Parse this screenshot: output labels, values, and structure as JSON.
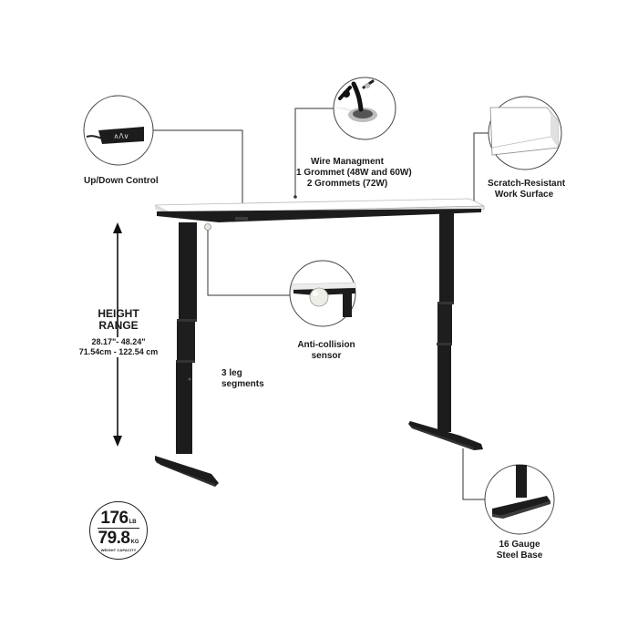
{
  "callouts": {
    "up_down_control": "Up/Down Control",
    "wire_management": [
      "Wire Managment",
      "1 Grommet (48W and 60W)",
      "2 Grommets (72W)"
    ],
    "scratch_resistant": [
      "Scratch-Resistant",
      "Work Surface"
    ],
    "anti_collision": [
      "Anti-collision",
      "sensor"
    ],
    "leg_segments": [
      "3 leg",
      "segments"
    ],
    "steel_base": [
      "16 Gauge",
      "Steel Base"
    ]
  },
  "height_range": {
    "title": [
      "HEIGHT",
      "RANGE"
    ],
    "inches": "28.17\"- 48.24\"",
    "cm": "71.54cm - 122.54 cm"
  },
  "weight_capacity": {
    "lb_value": "176",
    "lb_unit": "LB",
    "kg_value": "79.8",
    "kg_unit": "KG",
    "caption": "WEIGHT CAPACITY"
  },
  "colors": {
    "desktop": "#ffffff",
    "frame": "#1c1c1c",
    "leader_lines": "#333333",
    "circle_border": "#444444"
  },
  "icons": {
    "control_panel": "up-down-control-icon",
    "grommet": "grommet-icon",
    "sensor": "anti-collision-sensor-icon",
    "height_arrow": "double-arrow-vertical-icon"
  }
}
